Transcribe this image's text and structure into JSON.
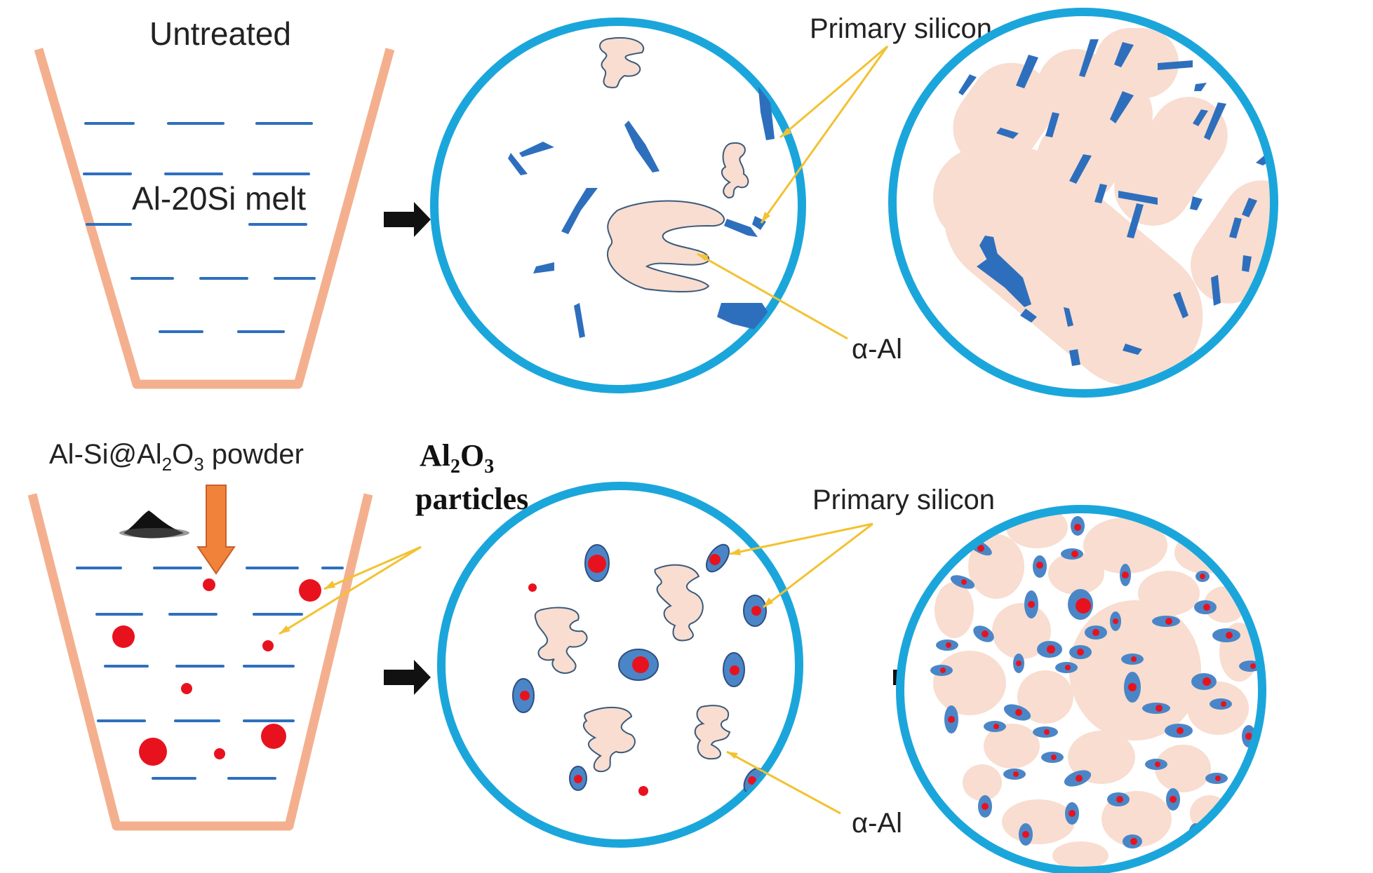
{
  "top_row": {
    "title": "Untreated",
    "melt_label": "Al-20Si melt",
    "callout_primary_silicon": "Primary silicon",
    "callout_alpha_al": "α-Al"
  },
  "bottom_row": {
    "powder_label_prefix": "Al-Si@Al",
    "powder_label_sub1": "2",
    "powder_label_mid": "O",
    "powder_label_sub2": "3",
    "powder_label_suffix": " powder",
    "particles_label_line1_prefix": "Al",
    "particles_label_line1_sub1": "2",
    "particles_label_line1_mid": "O",
    "particles_label_line1_sub2": "3",
    "particles_label_line2": "particles",
    "callout_primary_silicon": "Primary silicon",
    "callout_alpha_al": "α-Al"
  },
  "colors": {
    "crucible": "#f4b08e",
    "circle_border": "#1ba6db",
    "silicon_blue": "#2e6fbd",
    "alpha_al_fill": "#f8ddd0",
    "alumina_red": "#e8121f",
    "arrow_black": "#111111",
    "callout_line": "#f2c230",
    "powder_arrow": "#f0823a"
  }
}
